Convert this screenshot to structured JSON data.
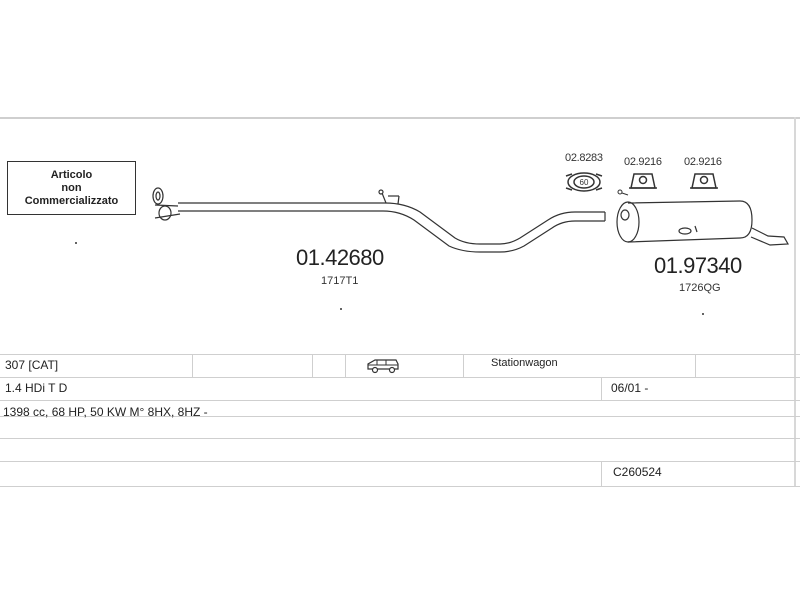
{
  "note": {
    "line1": "Articolo",
    "line2": "non",
    "line3": "Commercializzato"
  },
  "parts": {
    "front_pipe": {
      "code": "01.42680",
      "ref": "1717T1"
    },
    "rear_silencer": {
      "code": "01.97340",
      "ref": "1726QG"
    }
  },
  "clamps": {
    "ring": "02.8283",
    "ring_label": "60",
    "hanger_a": "02.9216",
    "hanger_b": "02.9216"
  },
  "vehicle": {
    "model": "307  [CAT]",
    "body": "Stationwagon",
    "engine": "1.4 HDi T D",
    "period": "06/01 -",
    "spec": "1398 cc, 68 HP, 50 KW M° 8HX, 8HZ -",
    "catalog_code": "C260524"
  },
  "icons": {
    "vehicle_icon": "station-wagon-car-icon"
  }
}
